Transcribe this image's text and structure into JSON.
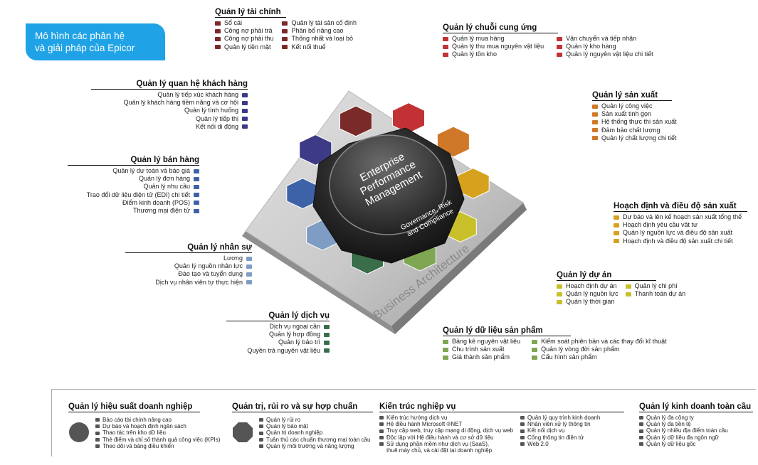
{
  "header": {
    "title_line1": "Mô hình các phân hệ",
    "title_line2": "và giải pháp của Epicor"
  },
  "center": {
    "line1": "Enterprise",
    "line2": "Performance",
    "line3": "Management",
    "sub1": "Governance, Risk",
    "sub2": "and Compliance",
    "platform_label": "Business Architecture"
  },
  "colors": {
    "finance": "#7a2a28",
    "supply": "#c23234",
    "crm": "#3d3a86",
    "manufacturing": "#d0782a",
    "sales": "#3d62a8",
    "planning": "#d6a21e",
    "hr": "#7f9dc4",
    "project": "#c8c02a",
    "service": "#3a6d4a",
    "product": "#7fa652"
  },
  "finance": {
    "title": "Quản lý tài chính",
    "col1": [
      "Sổ cái",
      "Công nợ phải trả",
      "Công nợ phải thu",
      "Quản lý tiền mặt"
    ],
    "col2": [
      "Quản lý tài sản cố định",
      "Phân bổ nâng cao",
      "Thống nhất và loại bỏ",
      "Kết nối thuế"
    ]
  },
  "supply": {
    "title": "Quản lý chuỗi cung ứng",
    "col1": [
      "Quản lý mua hàng",
      "Quản lý thu mua nguyên vật liệu",
      "Quản lý tồn kho"
    ],
    "col2": [
      "Vận chuyển và tiếp nhận",
      "Quản lý kho hàng",
      "Quản lý nguyên vật liệu chi tiết"
    ]
  },
  "crm": {
    "title": "Quản lý quan hệ khách hàng",
    "items": [
      "Quản lý tiếp xúc khách hàng",
      "Quản lý khách hàng tiềm năng và cơ hội",
      "Quản lý tình huống",
      "Quản lý tiếp thị",
      "Kết nối di động"
    ]
  },
  "manufacturing": {
    "title": "Quản lý sản xuất",
    "items": [
      "Quản lý công việc",
      "Sản xuất tinh gọn",
      "Hệ thống thực thi sản xuất",
      "Đảm bảo chất lượng",
      "Quản lý chất lượng chi tiết"
    ]
  },
  "sales": {
    "title": "Quản lý bán hàng",
    "items": [
      "Quản lý dự toán và báo giá",
      "Quản lý đơn hàng",
      "Quản lý nhu cầu",
      "Trao đổi dữ liệu điện tử (EDI) chi tiết",
      "Điểm kinh doanh (POS)",
      "Thương mại điện tử"
    ]
  },
  "planning": {
    "title": "Hoạch định và điều độ sản xuất",
    "items": [
      "Dự báo và lên kế hoạch sản xuất tổng thể",
      "Hoạch định yêu cầu vật tư",
      "Quản lý nguồn lực và điều độ sản xuất",
      "Hoạch định và điều độ sản xuất chi tiết"
    ]
  },
  "hr": {
    "title": "Quản lý nhân sự",
    "items": [
      "Lương",
      "Quản lý nguồn nhân lực",
      "Đào tạo và tuyển dụng",
      "Dịch vụ nhân viên tự thực hiện"
    ]
  },
  "project": {
    "title": "Quản lý dự án",
    "col1": [
      "Hoạch định dự án",
      "Quản lý nguồn lực",
      "Quản lý thời gian"
    ],
    "col2": [
      "Quản lý chi phí",
      "Thanh toán dự án"
    ]
  },
  "service": {
    "title": "Quản lý dịch vụ",
    "items": [
      "Dịch vụ ngoại cần",
      "Quản lý hợp đồng",
      "Quản lý bảo trì",
      "Quyền trả nguyên vật liệu"
    ]
  },
  "product": {
    "title": "Quản lý dữ liệu sản phẩm",
    "col1": [
      "Bảng kê nguyên vật liệu",
      "Chu trình sản xuất",
      "Giá thành sản phẩm"
    ],
    "col2": [
      "Kiểm soát phiên bản và các thay đổi kĩ thuật",
      "Quản lý vòng đời sản phẩm",
      "Cấu hình sản phẩm"
    ]
  },
  "bottom": {
    "epm": {
      "title": "Quản lý hiệu suất doanh nghiệp",
      "items": [
        "Báo cáo tài chính nâng cao",
        "Dự báo và hoạch định ngân sách",
        "Thao tác trên kho dữ liệu",
        "Thẻ điểm và chỉ số thành quả công việc (KPIs)",
        "Theo dõi và bảng điều khiển"
      ]
    },
    "grc": {
      "title": "Quản trị, rủi ro và sự hợp chuẩn",
      "items": [
        "Quản lý rủi ro",
        "Quản lý bảo mật",
        "Quản trị doanh nghiệp",
        "Tuân thủ các chuẩn thương mại toàn cầu",
        "Quản lý môi trường và năng lượng"
      ]
    },
    "arch": {
      "title": "Kiến trúc nghiệp vụ",
      "col1": [
        "Kiến trúc hướng dịch vụ",
        "Hệ điều hành Microsoft ®NET",
        "Truy cập web, truy cập mạng di động, dịch vụ web",
        "Độc lập với Hệ điều hành và cơ sở dữ liệu",
        "Sử dụng phần mềm như dịch vụ (SaaS),"
      ],
      "col1_cont": "thuê máy chủ, và cài đặt tại doanh nghiệp",
      "col2": [
        "Quản lý quy trình kinh doanh",
        "Nhân viên xử lý thông tin",
        "Kết nối dịch vụ",
        "Cổng thông tin điện tử",
        "Web 2.0"
      ]
    },
    "global": {
      "title": "Quản lý kinh doanh toàn cầu",
      "items": [
        "Quản lý đa công ty",
        "Quản lý đa tiền tệ",
        "Quản lý nhiều địa điểm toàn cầu",
        "Quản lý dữ liệu đa ngôn ngữ",
        "Quản lý dữ liệu gốc"
      ]
    }
  }
}
